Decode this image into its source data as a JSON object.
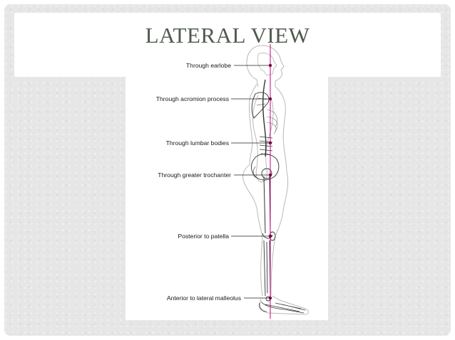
{
  "slide": {
    "title": "LATERAL VIEW"
  },
  "figure": {
    "landmarks": [
      "Through earlobe",
      "Through acromion process",
      "Through lumbar bodies",
      "Through greater trochanter",
      "Posterior to patella",
      "Anterior to lateral malleolus"
    ],
    "colors": {
      "plumb_line": "#c9007a",
      "landmark_dot": "#7a0040",
      "outline": "#333333"
    }
  }
}
